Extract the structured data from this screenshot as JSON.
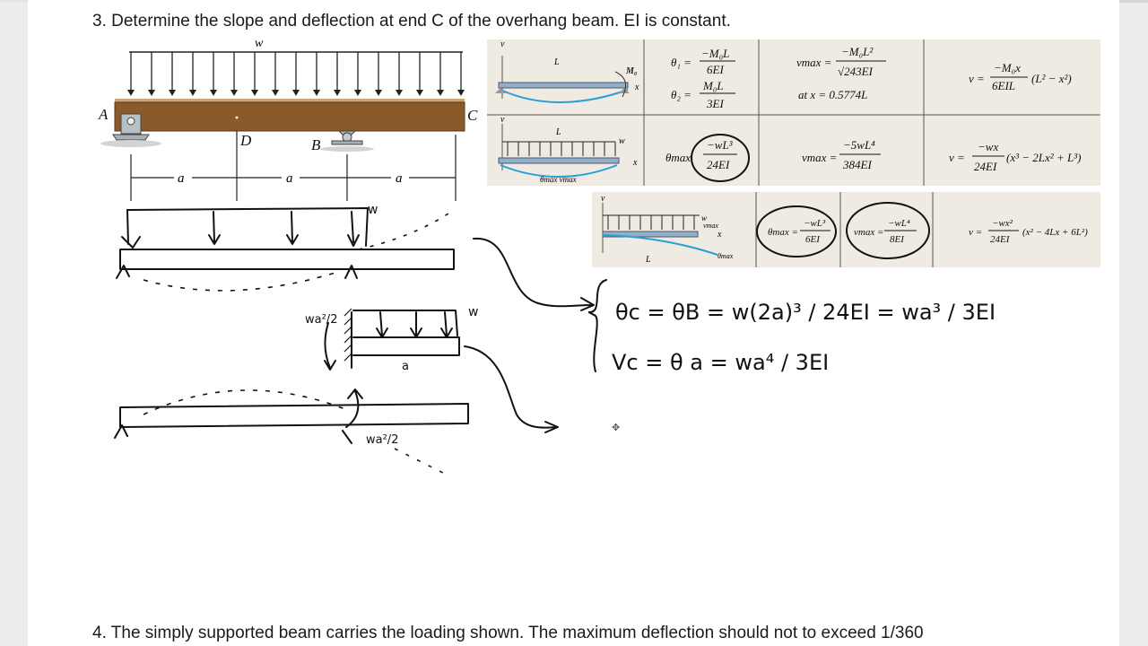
{
  "problem3": {
    "text": "3. Determine the slope and deflection at end C of the overhang beam. EI is constant."
  },
  "problem4": {
    "text": "4. The simply supported beam carries the loading shown. The maximum deflection should not to exceed 1/360"
  },
  "figure": {
    "load_label": "w",
    "support_a": "A",
    "support_b": "B",
    "point_c": "C",
    "point_d": "D",
    "span_label": "a"
  },
  "table": {
    "row1": {
      "theta1": "θ₁ = −M₀L / 6EI",
      "theta2": "θ₂ = M₀L / 3EI",
      "vmax": "v_max = −M₀L² / √243 EI",
      "at": "at x = 0.5774L",
      "v": "v = −M₀x / 6EIL (L² − x²)"
    },
    "row2": {
      "theta": "θ_max = −wL³ / 24EI",
      "vmax": "v_max = −5wL⁴ / 384EI",
      "v": "v = −wx / 24EI (x³ − 2Lx² + L³)"
    },
    "row3": {
      "theta": "θ_max = −wL³ / 6EI",
      "vmax": "v_max = −wL⁴ / 8EI",
      "v": "v = −wx² / 24EI (x² − 4Lx + 6L²)"
    }
  },
  "handwriting": {
    "w_label": "w",
    "moment_label": "wa²/2",
    "a_label": "a",
    "theta_eq": "θc = θB = w(2a)³ / 24EI = wa³ / 3EI",
    "v_eq": "Vc = θ a = wa⁴ / 3EI"
  },
  "colors": {
    "beam": "#8b5a2b",
    "table_bg": "#efeae2",
    "curve": "#2a9fd6"
  }
}
